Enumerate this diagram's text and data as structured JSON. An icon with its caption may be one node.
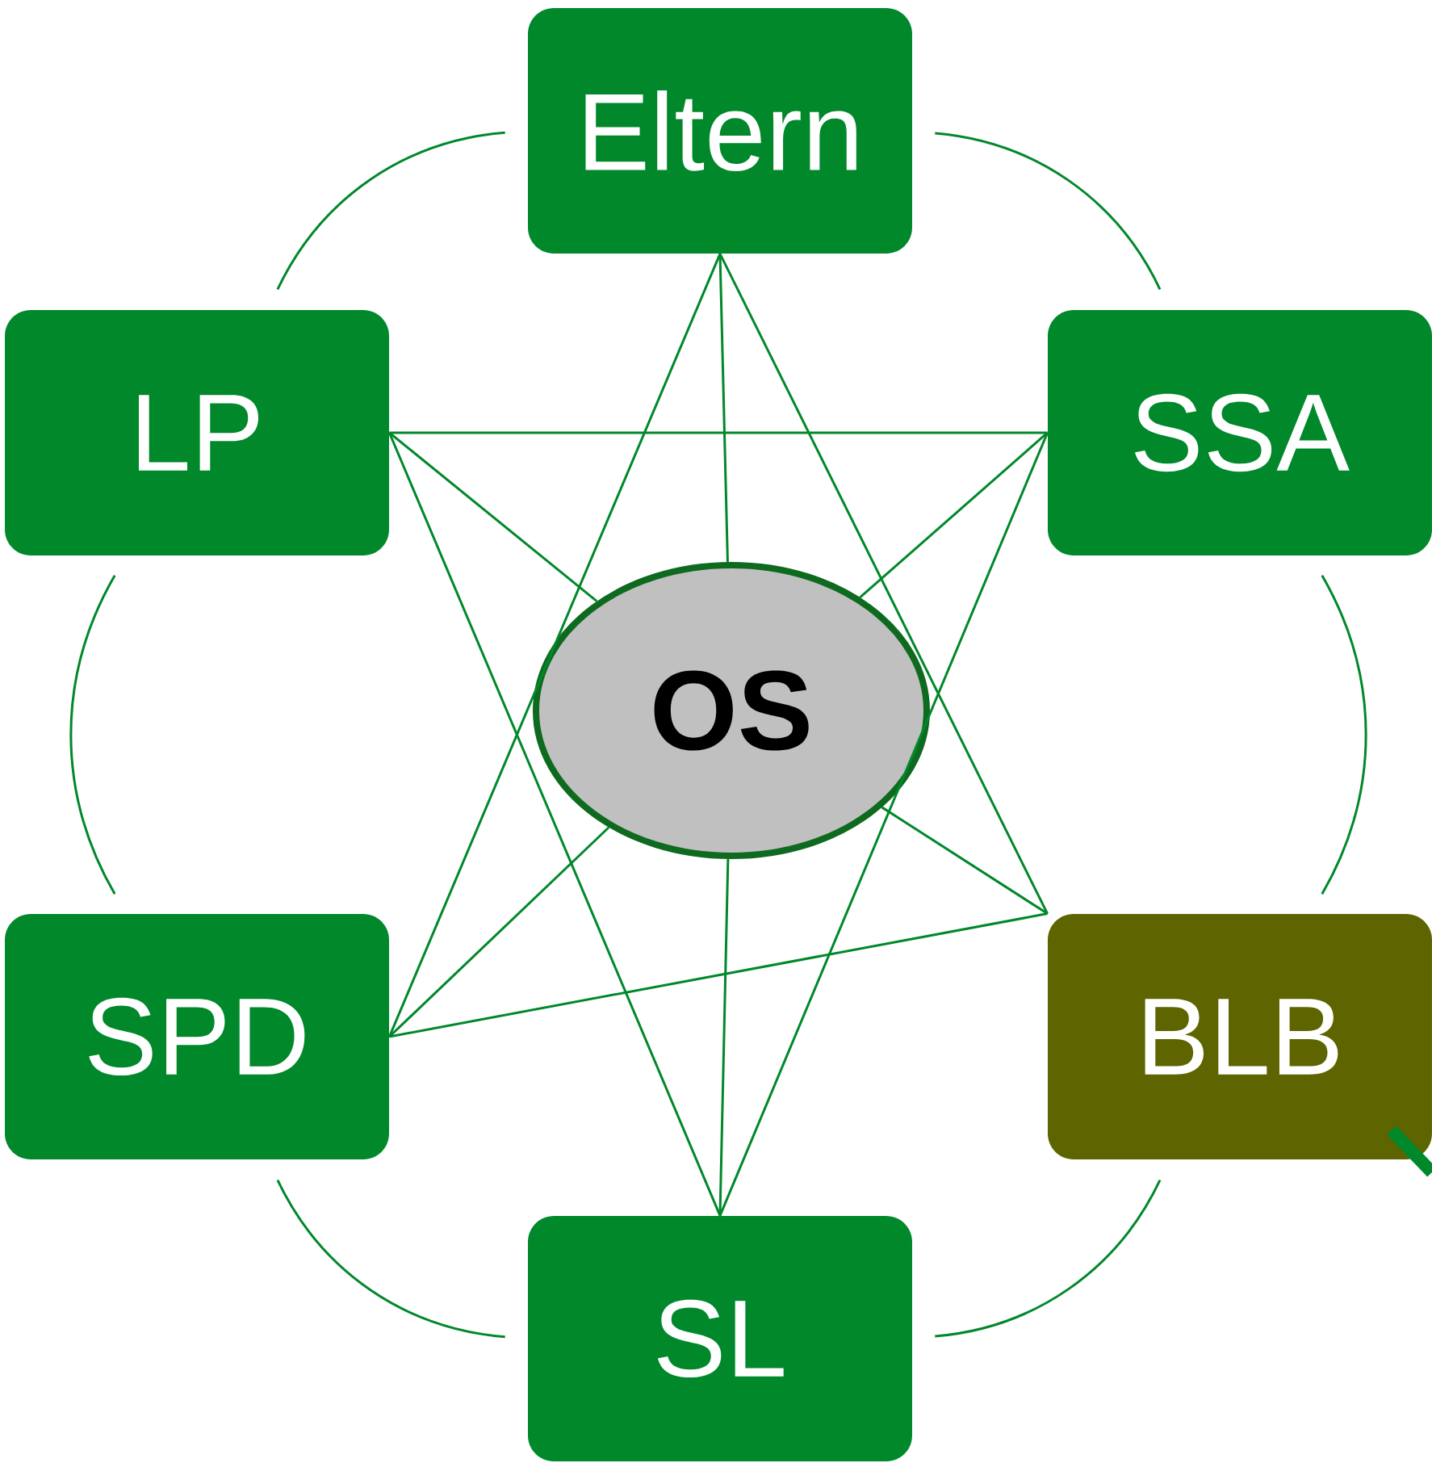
{
  "diagram": {
    "nodes": [
      {
        "text": [
          "Eltern"
        ]
      },
      {
        "text": [
          "LP"
        ]
      },
      {
        "text": [
          "SSA"
        ]
      },
      {
        "text": [
          "OS"
        ]
      },
      {
        "text": [
          "SPD"
        ]
      },
      {
        "text": [
          "BLB"
        ]
      },
      {
        "text": [
          "SL"
        ]
      }
    ],
    "edges": [
      {
        "from": 0,
        "to": 2,
        "arrow": "none"
      },
      {
        "from": 2,
        "to": 5,
        "arrow": "none"
      },
      {
        "from": 5,
        "to": 6,
        "arrow": "none"
      },
      {
        "from": 6,
        "to": 4,
        "arrow": "none"
      },
      {
        "from": 4,
        "to": 1,
        "arrow": "none"
      },
      {
        "from": 1,
        "to": 0,
        "arrow": "none"
      },
      {
        "from": 0,
        "to": 3,
        "arrow": "none"
      },
      {
        "from": 1,
        "to": 3,
        "arrow": "none"
      },
      {
        "from": 2,
        "to": 3,
        "arrow": "none"
      },
      {
        "from": 4,
        "to": 3,
        "arrow": "none"
      },
      {
        "from": 5,
        "to": 3,
        "arrow": "none"
      },
      {
        "from": 6,
        "to": 3,
        "arrow": "none"
      },
      {
        "from": 0,
        "to": 4,
        "arrow": "none"
      },
      {
        "from": 0,
        "to": 5,
        "arrow": "none"
      },
      {
        "from": 4,
        "to": 5,
        "arrow": "none"
      },
      {
        "from": 1,
        "to": 2,
        "arrow": "none"
      },
      {
        "from": 1,
        "to": 6,
        "arrow": "none"
      },
      {
        "from": 2,
        "to": 6,
        "arrow": "none"
      }
    ]
  }
}
